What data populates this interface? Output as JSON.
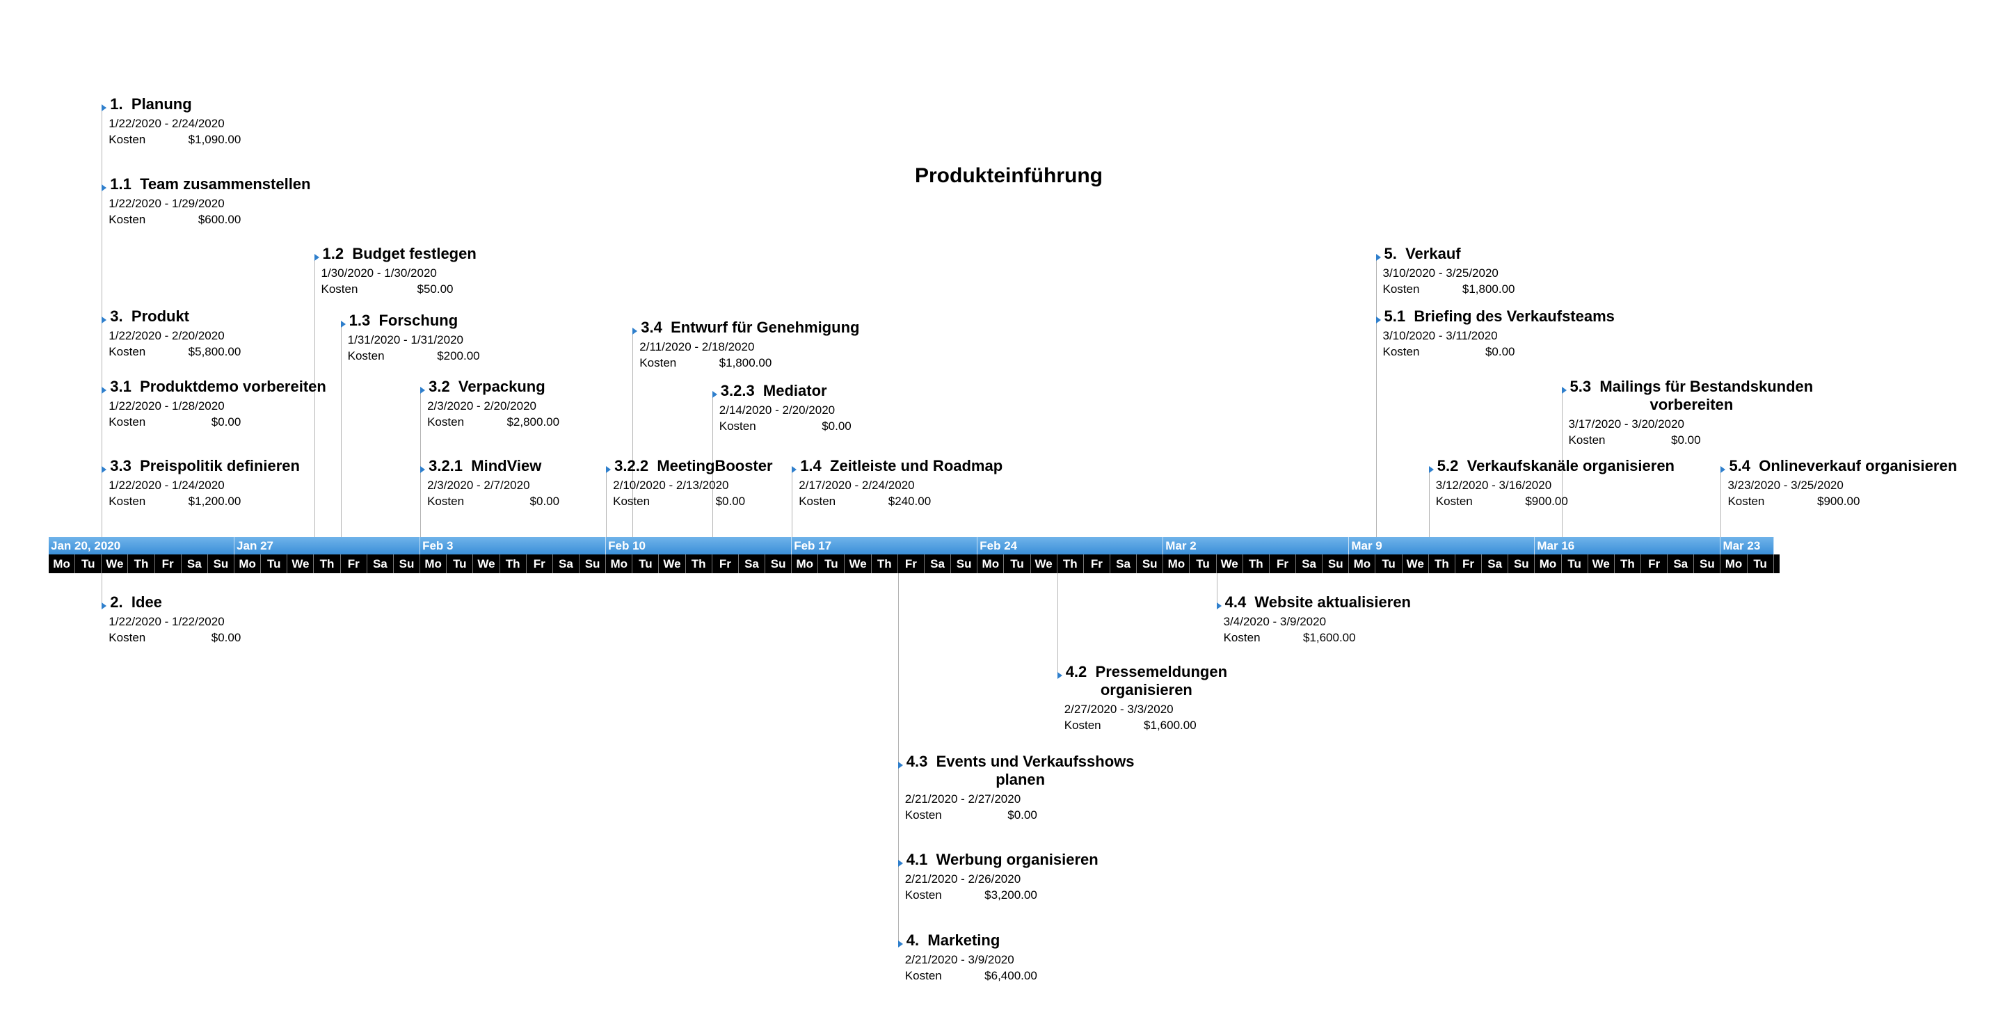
{
  "title": "Produkteinführung",
  "timescale": {
    "week_labels": [
      "Jan 20, 2020",
      "Jan 27",
      "Feb 3",
      "Feb 10",
      "Feb 17",
      "Feb 24",
      "Mar 2",
      "Mar 9",
      "Mar 16",
      "Mar 23"
    ],
    "day_labels": [
      "Mo",
      "Tu",
      "We",
      "Th",
      "Fr",
      "Sa",
      "Su"
    ],
    "start": "2020-01-20",
    "end": "2020-03-24"
  },
  "cost_label": "Kosten",
  "colors": {
    "week_bar": "#3b8fd8",
    "day_bar": "#000000",
    "marker": "#2f7fcc",
    "connector": "#b4b4b4"
  },
  "tasks": [
    {
      "id": "1.",
      "name": "Planung",
      "dates": "1/22/2020 - 2/24/2020",
      "cost": "$1,090.00",
      "anchor": "2020-01-22",
      "side": "above",
      "level": 0
    },
    {
      "id": "1.1",
      "name": "Team zusammenstellen",
      "dates": "1/22/2020 - 1/29/2020",
      "cost": "$600.00",
      "anchor": "2020-01-22",
      "side": "above",
      "level": 1
    },
    {
      "id": "3.",
      "name": "Produkt",
      "dates": "1/22/2020 - 2/20/2020",
      "cost": "$5,800.00",
      "anchor": "2020-01-22",
      "side": "above",
      "level": 3
    },
    {
      "id": "3.1",
      "name": "Produktdemo vorbereiten",
      "dates": "1/22/2020 - 1/28/2020",
      "cost": "$0.00",
      "anchor": "2020-01-22",
      "side": "above",
      "level": 4
    },
    {
      "id": "3.3",
      "name": "Preispolitik definieren",
      "dates": "1/22/2020 - 1/24/2020",
      "cost": "$1,200.00",
      "anchor": "2020-01-22",
      "side": "above",
      "level": 5
    },
    {
      "id": "1.2",
      "name": "Budget festlegen",
      "dates": "1/30/2020 - 1/30/2020",
      "cost": "$50.00",
      "anchor": "2020-01-30",
      "side": "above",
      "level": 2
    },
    {
      "id": "1.3",
      "name": "Forschung",
      "dates": "1/31/2020 - 1/31/2020",
      "cost": "$200.00",
      "anchor": "2020-01-31",
      "side": "above",
      "level": 3.1
    },
    {
      "id": "3.2",
      "name": "Verpackung",
      "dates": "2/3/2020 - 2/20/2020",
      "cost": "$2,800.00",
      "anchor": "2020-02-03",
      "side": "above",
      "level": 4
    },
    {
      "id": "3.2.1",
      "name": "MindView",
      "dates": "2/3/2020 - 2/7/2020",
      "cost": "$0.00",
      "anchor": "2020-02-03",
      "side": "above",
      "level": 5
    },
    {
      "id": "3.2.2",
      "name": "MeetingBooster",
      "dates": "2/10/2020 - 2/13/2020",
      "cost": "$0.00",
      "anchor": "2020-02-10",
      "side": "above",
      "level": 5
    },
    {
      "id": "3.4",
      "name": "Entwurf für Genehmigung",
      "dates": "2/11/2020 - 2/18/2020",
      "cost": "$1,800.00",
      "anchor": "2020-02-11",
      "side": "above",
      "level": 3.2
    },
    {
      "id": "3.2.3",
      "name": "Mediator",
      "dates": "2/14/2020 - 2/20/2020",
      "cost": "$0.00",
      "anchor": "2020-02-14",
      "side": "above",
      "level": 4.1
    },
    {
      "id": "1.4",
      "name": "Zeitleiste und Roadmap",
      "dates": "2/17/2020 - 2/24/2020",
      "cost": "$240.00",
      "anchor": "2020-02-17",
      "side": "above",
      "level": 5
    },
    {
      "id": "5.",
      "name": "Verkauf",
      "dates": "3/10/2020 - 3/25/2020",
      "cost": "$1,800.00",
      "anchor": "2020-03-10",
      "side": "above",
      "level": 2
    },
    {
      "id": "5.1",
      "name": "Briefing des Verkaufsteams",
      "dates": "3/10/2020 - 3/11/2020",
      "cost": "$0.00",
      "anchor": "2020-03-10",
      "side": "above",
      "level": 3
    },
    {
      "id": "5.2",
      "name": "Verkaufskanäle organisieren",
      "dates": "3/12/2020 - 3/16/2020",
      "cost": "$900.00",
      "anchor": "2020-03-12",
      "side": "above",
      "level": 5
    },
    {
      "id": "5.3",
      "name": "Mailings für Bestandskunden",
      "name2": "vorbereiten",
      "dates": "3/17/2020 - 3/20/2020",
      "cost": "$0.00",
      "anchor": "2020-03-17",
      "side": "above",
      "level": 4
    },
    {
      "id": "5.4",
      "name": "Onlineverkauf organisieren",
      "dates": "3/23/2020 - 3/25/2020",
      "cost": "$900.00",
      "anchor": "2020-03-23",
      "side": "above",
      "level": 5
    },
    {
      "id": "2.",
      "name": "Idee",
      "dates": "1/22/2020 - 1/22/2020",
      "cost": "$0.00",
      "anchor": "2020-01-22",
      "side": "below",
      "level": 0
    },
    {
      "id": "4.4",
      "name": "Website aktualisieren",
      "dates": "3/4/2020 - 3/9/2020",
      "cost": "$1,600.00",
      "anchor": "2020-03-04",
      "side": "below",
      "level": 0
    },
    {
      "id": "4.2",
      "name": "Pressemeldungen",
      "name2": "organisieren",
      "dates": "2/27/2020 - 3/3/2020",
      "cost": "$1,600.00",
      "anchor": "2020-02-27",
      "side": "below",
      "level": 1
    },
    {
      "id": "4.3",
      "name": "Events und Verkaufsshows",
      "name2": "planen",
      "dates": "2/21/2020 - 2/27/2020",
      "cost": "$0.00",
      "anchor": "2020-02-21",
      "side": "below",
      "level": 2
    },
    {
      "id": "4.1",
      "name": "Werbung organisieren",
      "dates": "2/21/2020 - 2/26/2020",
      "cost": "$3,200.00",
      "anchor": "2020-02-21",
      "side": "below",
      "level": 3
    },
    {
      "id": "4.",
      "name": "Marketing",
      "dates": "2/21/2020 - 3/9/2020",
      "cost": "$6,400.00",
      "anchor": "2020-02-21",
      "side": "below",
      "level": 4
    }
  ]
}
